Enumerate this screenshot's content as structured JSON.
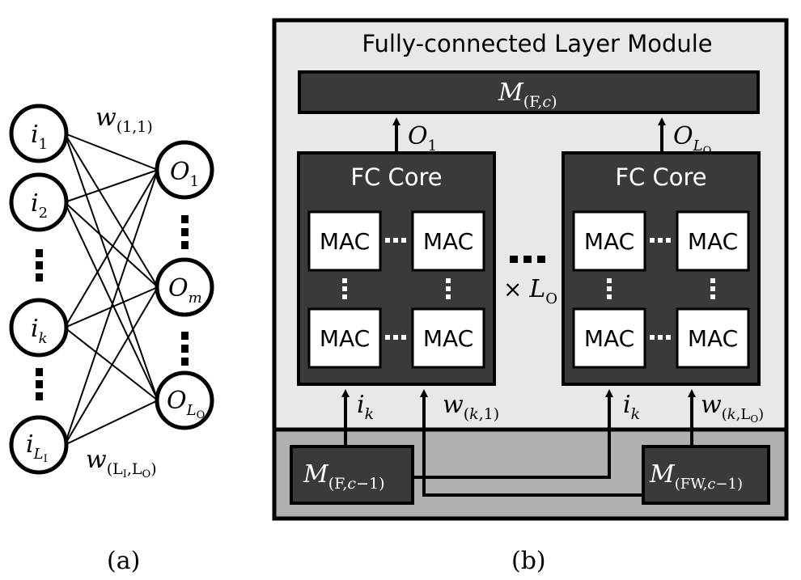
{
  "panel_a": {
    "caption": "(a)",
    "inputs": [
      {
        "main": "i",
        "sub": "1"
      },
      {
        "main": "i",
        "sub": "2"
      },
      {
        "main": "i",
        "sub": "k"
      },
      {
        "main": "i",
        "sub": "L",
        "subsub": "I"
      }
    ],
    "outputs": [
      {
        "main": "O",
        "sub": "1"
      },
      {
        "main": "O",
        "sub": "m"
      },
      {
        "main": "O",
        "sub": "L",
        "subsub": "O"
      }
    ],
    "weight_top": {
      "main": "w",
      "sub": "(1,1)"
    },
    "weight_bottom": {
      "main": "w",
      "sub": "(L",
      "sub_i": "I",
      "sub_mid": ",L",
      "sub_o": "O",
      "sub_end": ")"
    }
  },
  "panel_b": {
    "caption": "(b)",
    "module_title": "Fully-connected Layer Module",
    "top_memory": {
      "main": "M",
      "sub": "(F,",
      "sub_it": "c",
      "sub_end": ")"
    },
    "output_left": {
      "main": "O",
      "sub": "1"
    },
    "output_right": {
      "main": "O",
      "sub": "L",
      "subsub": "O"
    },
    "core_title": "FC Core",
    "mac_label": "MAC",
    "repeat_label": {
      "prefix": "× ",
      "main": "L",
      "sub": "O"
    },
    "input_left": {
      "main": "i",
      "sub": "k"
    },
    "weight_left": {
      "main": "w",
      "sub": "(",
      "sub_it": "k",
      "sub_end": ",1)"
    },
    "input_right": {
      "main": "i",
      "sub": "k"
    },
    "weight_right": {
      "main": "w",
      "sub": "(",
      "sub_it": "k",
      "sub_mid": ",L",
      "sub_o": "O",
      "sub_end": ")"
    },
    "mem_f": {
      "main": "M",
      "sub": "(F,",
      "sub_it": "c",
      "sub_end": "−1)"
    },
    "mem_fw": {
      "main": "M",
      "sub": "(FW,",
      "sub_it": "c",
      "sub_end": "−1)"
    }
  },
  "colors": {
    "module_bg": "#e8e8e8",
    "bottom_band": "#b0b0b0",
    "core_fill": "#3a3a3a",
    "mac_fill": "#ffffff",
    "stroke": "#000000"
  }
}
